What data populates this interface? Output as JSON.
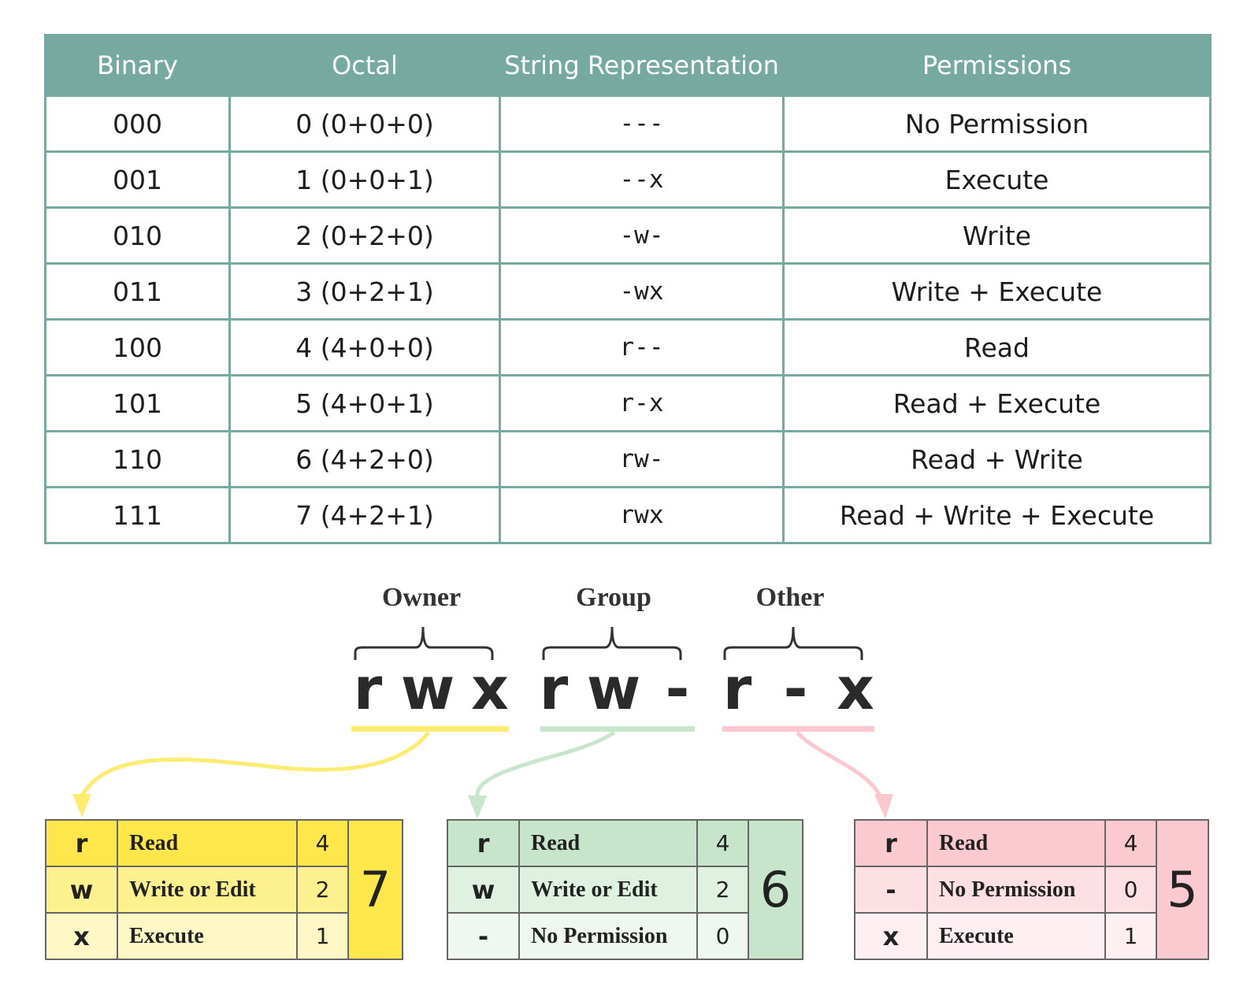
{
  "table": {
    "headers": [
      "Binary",
      "Octal",
      "String Representation",
      "Permissions"
    ],
    "rows": [
      [
        "000",
        "0 (0+0+0)",
        "---",
        "No Permission"
      ],
      [
        "001",
        "1 (0+0+1)",
        "--x",
        "Execute"
      ],
      [
        "010",
        "2 (0+2+0)",
        "-w-",
        "Write"
      ],
      [
        "011",
        "3 (0+2+1)",
        "-wx",
        "Write + Execute"
      ],
      [
        "100",
        "4 (4+0+0)",
        "r--",
        "Read"
      ],
      [
        "101",
        "5 (4+0+1)",
        "r-x",
        "Read + Execute"
      ],
      [
        "110",
        "6 (4+2+0)",
        "rw-",
        "Read + Write"
      ],
      [
        "111",
        "7 (4+2+1)",
        "rwx",
        "Read + Write + Execute"
      ]
    ]
  },
  "diagram": {
    "labels": {
      "owner": "Owner",
      "group": "Group",
      "other": "Other"
    },
    "chars": [
      "r",
      "w",
      "x",
      "r",
      "w",
      "-",
      "r",
      "-",
      "x"
    ],
    "colors": {
      "owner": "#fcec6f",
      "group": "#c8e6cc",
      "other": "#fbc8cf",
      "header": "#76a9a0"
    }
  },
  "boxes": {
    "owner": {
      "rows": [
        {
          "char": "r",
          "name": "Read",
          "value": "4"
        },
        {
          "char": "w",
          "name": "Write or Edit",
          "value": "2"
        },
        {
          "char": "x",
          "name": "Execute",
          "value": "1"
        }
      ],
      "total": "7"
    },
    "group": {
      "rows": [
        {
          "char": "r",
          "name": "Read",
          "value": "4"
        },
        {
          "char": "w",
          "name": "Write or Edit",
          "value": "2"
        },
        {
          "char": "-",
          "name": "No Permission",
          "value": "0"
        }
      ],
      "total": "6"
    },
    "other": {
      "rows": [
        {
          "char": "r",
          "name": "Read",
          "value": "4"
        },
        {
          "char": "-",
          "name": "No Permission",
          "value": "0"
        },
        {
          "char": "x",
          "name": "Execute",
          "value": "1"
        }
      ],
      "total": "5"
    }
  }
}
